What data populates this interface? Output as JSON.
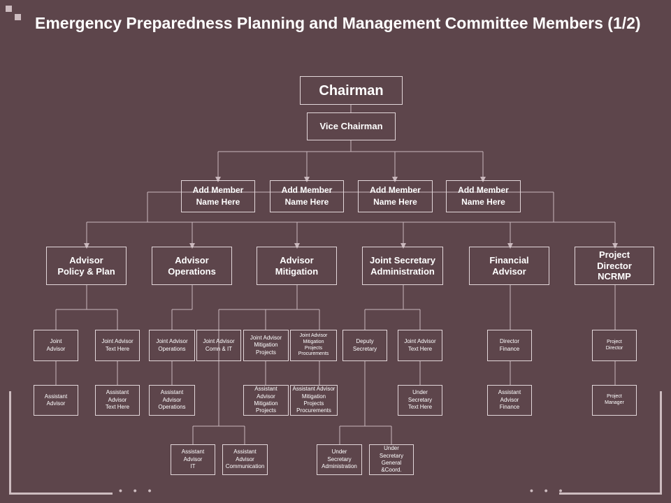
{
  "title": "Emergency Preparedness Planning and Management  Committee Members (1/2)",
  "line_color": "#c9b7bc",
  "accent": "#cdbcc0",
  "nodes": {
    "chairman": "Chairman",
    "vice_chairman": "Vice Chairman",
    "member1": "Add Member\nName Here",
    "member2": "Add Member\nName Here",
    "member3": "Add Member\nName Here",
    "member4": "Add Member\nName Here",
    "advisor_policy": "Advisor\nPolicy & Plan",
    "advisor_operations": "Advisor\nOperations",
    "advisor_mitigation": "Advisor\nMitigation",
    "joint_secretary": "Joint Secretary\nAdministration",
    "financial_advisor": "Financial\nAdvisor",
    "project_director_ncrmp": "Project\nDirector\nNCRMP",
    "joint_advisor_1": "Joint\nAdvisor",
    "joint_advisor_text_1": "Joint Advisor\nText Here",
    "joint_advisor_operations": "Joint Advisor\nOperations",
    "joint_advisor_comn_it": "Joint Advisor\nComn & IT",
    "joint_advisor_mitigation_projects": "Joint Advisor\nMitigation\nProjects",
    "joint_advisor_mitigation_procurements": "Joint Advisor\nMitigation\nProjects\nProcurements",
    "deputy_secretary": "Deputy\nSecretary",
    "joint_advisor_text_2": "Joint Advisor\nText Here",
    "director_finance": "Director\nFinance",
    "project_director": "Project\nDirector",
    "assistant_advisor": "Assistant\nAdvisor",
    "assistant_advisor_text": "Assistant\nAdvisor\nText Here",
    "assistant_advisor_operations": "Assistant\nAdvisor\nOperations",
    "assistant_advisor_mitigation_projects": "Assistant\nAdvisor\nMitigation\nProjects",
    "assistant_advisor_mitigation_procurements": "Assistant Advisor\nMitigation\nProjects\nProcurements",
    "under_secretary_text": "Under\nSecretary\nText Here",
    "assistant_advisor_finance": "Assistant\nAdvisor\nFinance",
    "project_manager": "Project\nManager",
    "assistant_advisor_it": "Assistant\nAdvisor\nIT",
    "assistant_advisor_communication": "Assistant\nAdvisor\nCommunication",
    "under_secretary_administration": "Under\nSecretary\nAdministration",
    "under_secretary_general": "Under\nSecretary\nGeneral\n&Coord."
  }
}
